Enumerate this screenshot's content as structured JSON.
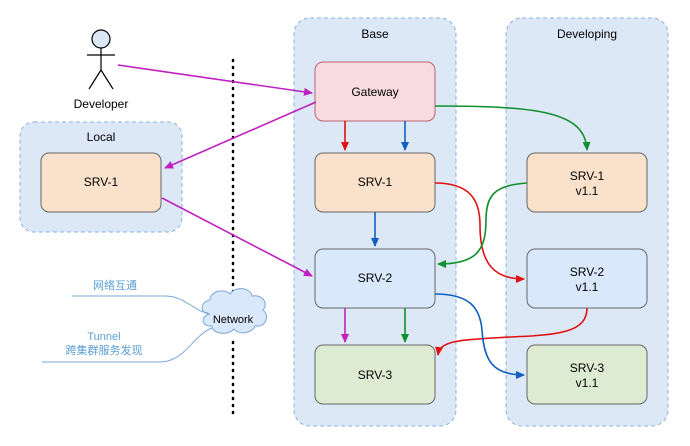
{
  "groups": {
    "local": "Local",
    "base": "Base",
    "developing": "Developing"
  },
  "actor": {
    "label": "Developer"
  },
  "nodes": {
    "gateway": "Gateway",
    "local_srv1": "SRV-1",
    "base_srv1": "SRV-1",
    "base_srv2": "SRV-2",
    "base_srv3": "SRV-3",
    "dev_srv1": [
      "SRV-1",
      "v1.1"
    ],
    "dev_srv2": [
      "SRV-2",
      "v1.1"
    ],
    "dev_srv3": [
      "SRV-3",
      "v1.1"
    ]
  },
  "network": {
    "label": "Network",
    "side_label_1": "网络互通",
    "side_label_2": [
      "Tunnel",
      "跨集群服务发现"
    ]
  },
  "colors": {
    "magenta": "#c020c0",
    "red": "#e01010",
    "blue": "#1060c0",
    "green": "#10902c",
    "label_blue": "#5a9fd6"
  }
}
